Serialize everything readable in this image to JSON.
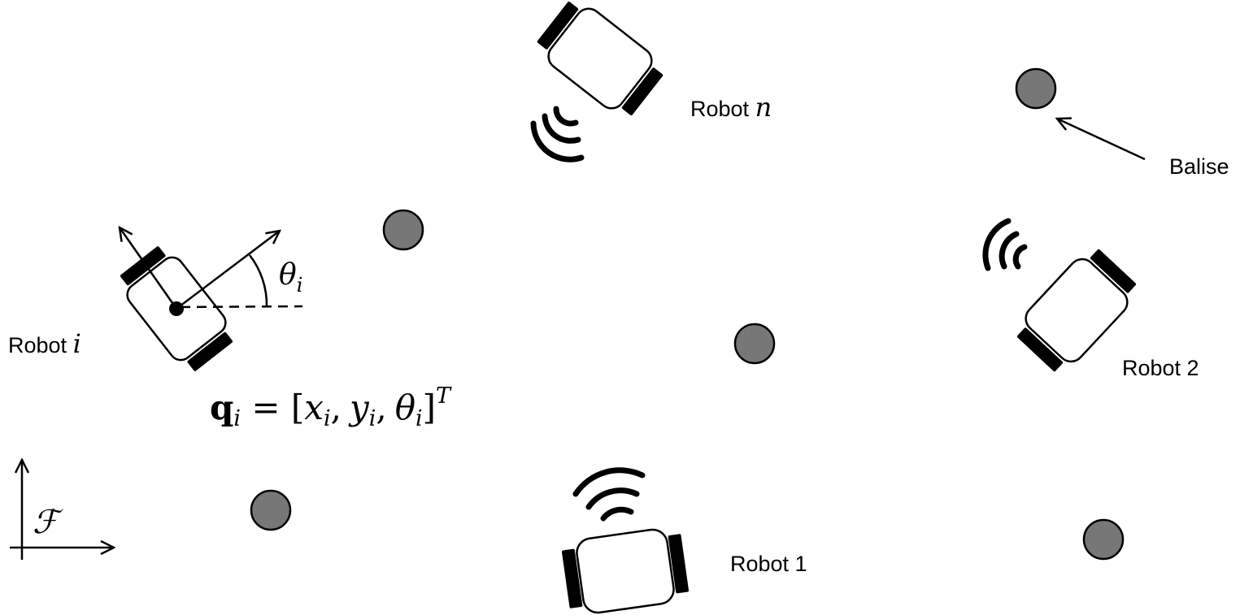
{
  "labels": {
    "robot_n_prefix": "Robot",
    "robot_n_var": "n",
    "robot_i_prefix": "Robot",
    "robot_i_var": "i",
    "robot_1": "Robot 1",
    "robot_2": "Robot 2",
    "balise": "Balise"
  },
  "math": {
    "theta": "θ",
    "theta_sub": "i",
    "frame": "ℱ",
    "state_q": "q",
    "state_sub": "i",
    "state_rhs_1": " = [",
    "x": "x",
    "y": "y",
    "comma": ",",
    "close": "]",
    "transpose": "T"
  },
  "colors": {
    "beacon_fill": "#777777",
    "stroke": "#000000"
  }
}
